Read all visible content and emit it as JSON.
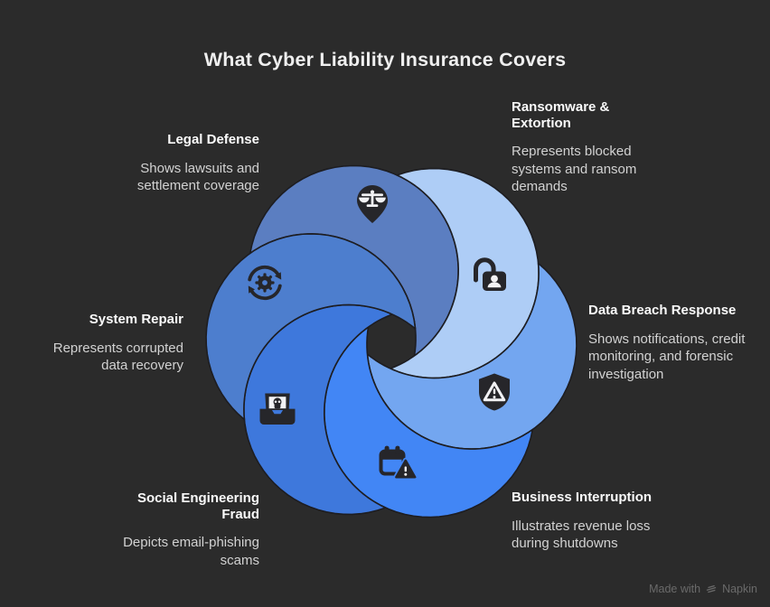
{
  "title": "What Cyber Liability Insurance Covers",
  "credit": {
    "prefix": "Made with",
    "brand": "Napkin",
    "logo_icon": "napkin-logo-icon"
  },
  "colors": {
    "background": "#2b2b2b",
    "petal_outline": "#1d1d21",
    "icon_dark": "#26262a",
    "icon_light": "#f2f2f4",
    "title_text": "#efefef",
    "heading_text": "#fafafa",
    "body_text": "#d2d2d2",
    "credit_text": "#6a6a6a"
  },
  "segments": [
    {
      "id": "legal-defense",
      "label": "Legal Defense",
      "desc": "Shows lawsuits and settlement coverage",
      "icon": "scales-pin-icon",
      "color": "#5b7ec1"
    },
    {
      "id": "ransomware-extortion",
      "label": "Ransomware & Extortion",
      "desc": "Represents blocked systems and ransom demands",
      "icon": "unlocked-padlock-icon",
      "color": "#aecdf6"
    },
    {
      "id": "data-breach-response",
      "label": "Data Breach Response",
      "desc": "Shows notifications, credit monitoring, and forensic investigation",
      "icon": "shield-alert-icon",
      "color": "#73a6f0"
    },
    {
      "id": "business-interruption",
      "label": "Business Interruption",
      "desc": "Illustrates revenue loss during shutdowns",
      "icon": "calendar-alert-icon",
      "color": "#4286f5"
    },
    {
      "id": "social-engineering-fraud",
      "label": "Social Engineering Fraud",
      "desc": "Depicts email-phishing scams",
      "icon": "inbox-skull-icon",
      "color": "#3e78dc"
    },
    {
      "id": "system-repair",
      "label": "System Repair",
      "desc": "Represents corrupted data recovery",
      "icon": "gear-refresh-icon",
      "color": "#4d7ece"
    }
  ]
}
